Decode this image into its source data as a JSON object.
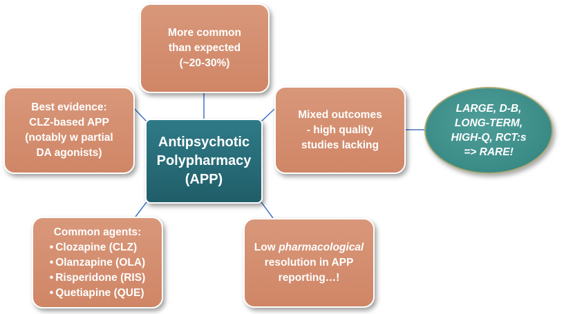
{
  "center": {
    "lines": [
      "Antipsychotic",
      "Polypharmacy",
      "(APP)"
    ]
  },
  "top": {
    "lines": [
      "More common",
      "than expected",
      "(~20-30%)"
    ]
  },
  "left": {
    "lines": [
      "Best evidence:",
      "CLZ-based APP",
      "(notably w partial",
      "DA agonists)"
    ]
  },
  "right": {
    "lines": [
      "Mixed outcomes",
      "- high quality",
      "studies lacking"
    ]
  },
  "callout": {
    "lines": [
      "LARGE, D-B,",
      "LONG-TERM,",
      "HIGH-Q, RCT:s",
      "=> RARE!"
    ]
  },
  "bottom_left": {
    "heading": "Common agents:",
    "bullet": "•",
    "items": [
      "Clozapine (CLZ)",
      "Olanzapine (OLA)",
      "Risperidone (RIS)",
      "Quetiapine (QUE)"
    ]
  },
  "bottom_right": {
    "line1": "Low",
    "line1_em": "pharmacological",
    "line2": "resolution in APP",
    "line3": "reporting…!"
  },
  "colors": {
    "box_fill": "#d48d6f",
    "center_fill": "#2a6f7b",
    "callout_fill": "#3f918d",
    "connector": "#4472c4"
  }
}
